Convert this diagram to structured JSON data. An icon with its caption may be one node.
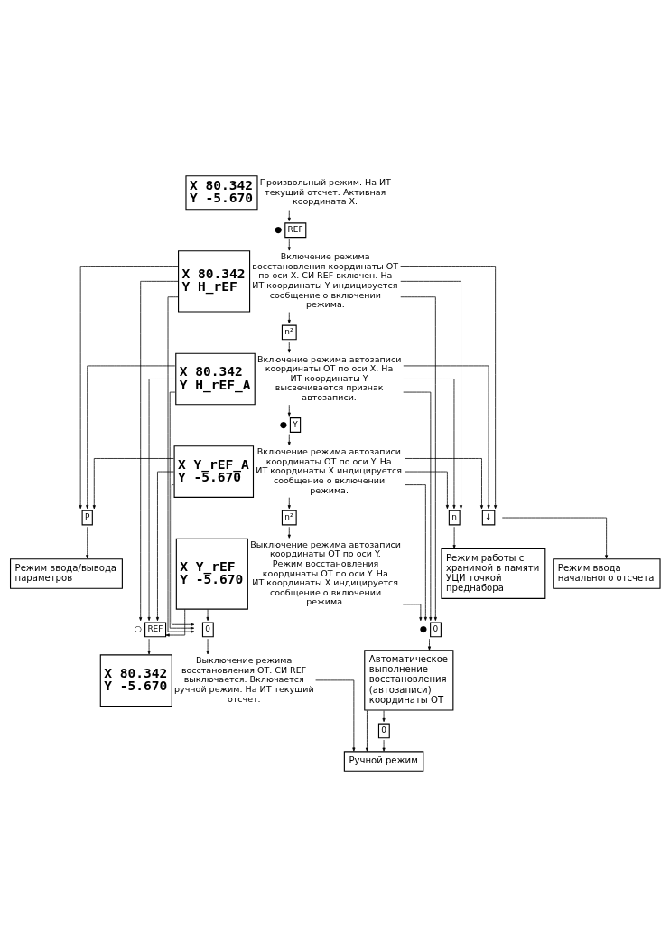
{
  "diagram": {
    "nodes": [
      {
        "text": [
          "X 80.342",
          "Y -5.670"
        ],
        "beside": [
          "Произвольный режим. На ИТ текущий отсчет. Активная координата X."
        ]
      },
      {
        "text": [
          "REF"
        ],
        "beside": [
          "●"
        ]
      },
      {
        "text": [
          "X 80.342",
          "Y H_rEF"
        ],
        "beside": [
          "Включение режима восстановления координаты ОТ по оси X. СИ REF включен. На ИТ координаты Y индицируется сообщение о включении режима."
        ]
      },
      {
        "text": [
          "n²"
        ]
      },
      {
        "text": [
          "X 80.342",
          "Y H_rEF_A"
        ],
        "beside": [
          "Включение режима автозаписи координаты ОТ по оси X. На ИТ координаты Y высвечивается признак автозаписи."
        ]
      },
      {
        "text": [
          "Y"
        ],
        "beside": [
          "●"
        ]
      },
      {
        "text": [
          "X Y_rEF_A",
          "Y -5.670"
        ],
        "beside": [
          "Включение режима автозаписи координаты ОТ по оси Y. На ИТ координаты X индицируется сообщение о включении режима."
        ]
      },
      {
        "text": [
          "n²"
        ]
      },
      {
        "text": [
          "X Y_rEF",
          "Y -5.670"
        ],
        "beside": [
          "Выключение режима автозаписи координаты ОТ по оси Y. Режим восстановления координаты ОТ по оси Y. На ИТ координаты X индицируется сообщение о включении режима."
        ]
      },
      {
        "text": [
          "REF"
        ],
        "beside": [
          "○"
        ]
      },
      {
        "text": [
          "0"
        ]
      },
      {
        "text": [
          "0"
        ],
        "beside": [
          "●"
        ]
      },
      {
        "text": [
          "X 80.342",
          "Y -5.670"
        ],
        "beside": [
          "Выключение режима восстановления ОТ. СИ REF выключается. Включается ручной режим. На ИТ текущий отсчет."
        ]
      },
      {
        "text": [
          "Автоматическое выполнение восстановления (автозаписи) координаты ОТ"
        ]
      },
      {
        "text": [
          "P"
        ]
      },
      {
        "text": [
          "n"
        ]
      },
      {
        "text": [
          "↓"
        ]
      },
      {
        "text": [
          "0"
        ]
      },
      {
        "text": [
          "Режим ввода/вывода параметров"
        ]
      },
      {
        "text": [
          "Режим ввода начального отсчета"
        ]
      },
      {
        "text": [
          "Ручной режим"
        ]
      },
      {
        "text": [
          "Режим работы с хранимой в памяти УЦИ точкой преднабора"
        ]
      }
    ],
    "edges": [
      {
        "from": 0,
        "to": 1,
        "arrow": "to"
      },
      {
        "from": 1,
        "to": 2,
        "arrow": "to"
      },
      {
        "from": 2,
        "to": 3,
        "arrow": "to"
      },
      {
        "from": 3,
        "to": 4,
        "arrow": "to"
      },
      {
        "from": 4,
        "to": 5,
        "arrow": "to"
      },
      {
        "from": 5,
        "to": 6,
        "arrow": "to"
      },
      {
        "from": 6,
        "to": 7,
        "arrow": "to"
      },
      {
        "from": 7,
        "to": 8,
        "arrow": "to"
      },
      {
        "from": 2,
        "to": 11,
        "arrow": "to"
      },
      {
        "from": 4,
        "to": 11,
        "arrow": "to"
      },
      {
        "from": 6,
        "to": 11,
        "arrow": "to"
      },
      {
        "from": 8,
        "to": 11,
        "arrow": "to"
      },
      {
        "from": 2,
        "to": 9,
        "arrow": "to"
      },
      {
        "from": 4,
        "to": 9,
        "arrow": "to"
      },
      {
        "from": 6,
        "to": 9,
        "arrow": "to"
      },
      {
        "from": 8,
        "to": 9,
        "arrow": "to"
      },
      {
        "from": 2,
        "to": 10,
        "arrow": "to"
      },
      {
        "from": 4,
        "to": 10,
        "arrow": "to"
      },
      {
        "from": 6,
        "to": 10,
        "arrow": "to"
      },
      {
        "from": 8,
        "to": 10,
        "arrow": "to"
      },
      {
        "from": 9,
        "to": 12,
        "arrow": "to"
      },
      {
        "from": 10,
        "to": 12,
        "arrow": "to"
      },
      {
        "from": 11,
        "to": 13,
        "arrow": "to"
      },
      {
        "from": 2,
        "to": 14,
        "arrow": "to"
      },
      {
        "from": 4,
        "to": 14,
        "arrow": "to"
      },
      {
        "from": 6,
        "to": 14,
        "arrow": "to"
      },
      {
        "from": 2,
        "to": 15,
        "arrow": "to"
      },
      {
        "from": 4,
        "to": 15,
        "arrow": "to"
      },
      {
        "from": 6,
        "to": 15,
        "arrow": "to"
      },
      {
        "from": 2,
        "to": 16,
        "arrow": "to"
      },
      {
        "from": 4,
        "to": 16,
        "arrow": "to"
      },
      {
        "from": 6,
        "to": 16,
        "arrow": "to"
      },
      {
        "from": 13,
        "to": 17,
        "arrow": "to"
      },
      {
        "from": 13,
        "to": 20,
        "arrow": "to"
      },
      {
        "from": 17,
        "to": 20,
        "arrow": "to"
      },
      {
        "from": 12,
        "to": 20,
        "arrow": "to"
      },
      {
        "from": 14,
        "to": 18,
        "arrow": "to"
      },
      {
        "from": 15,
        "to": 21,
        "arrow": "to"
      },
      {
        "from": 16,
        "to": 19,
        "arrow": "to"
      }
    ]
  }
}
